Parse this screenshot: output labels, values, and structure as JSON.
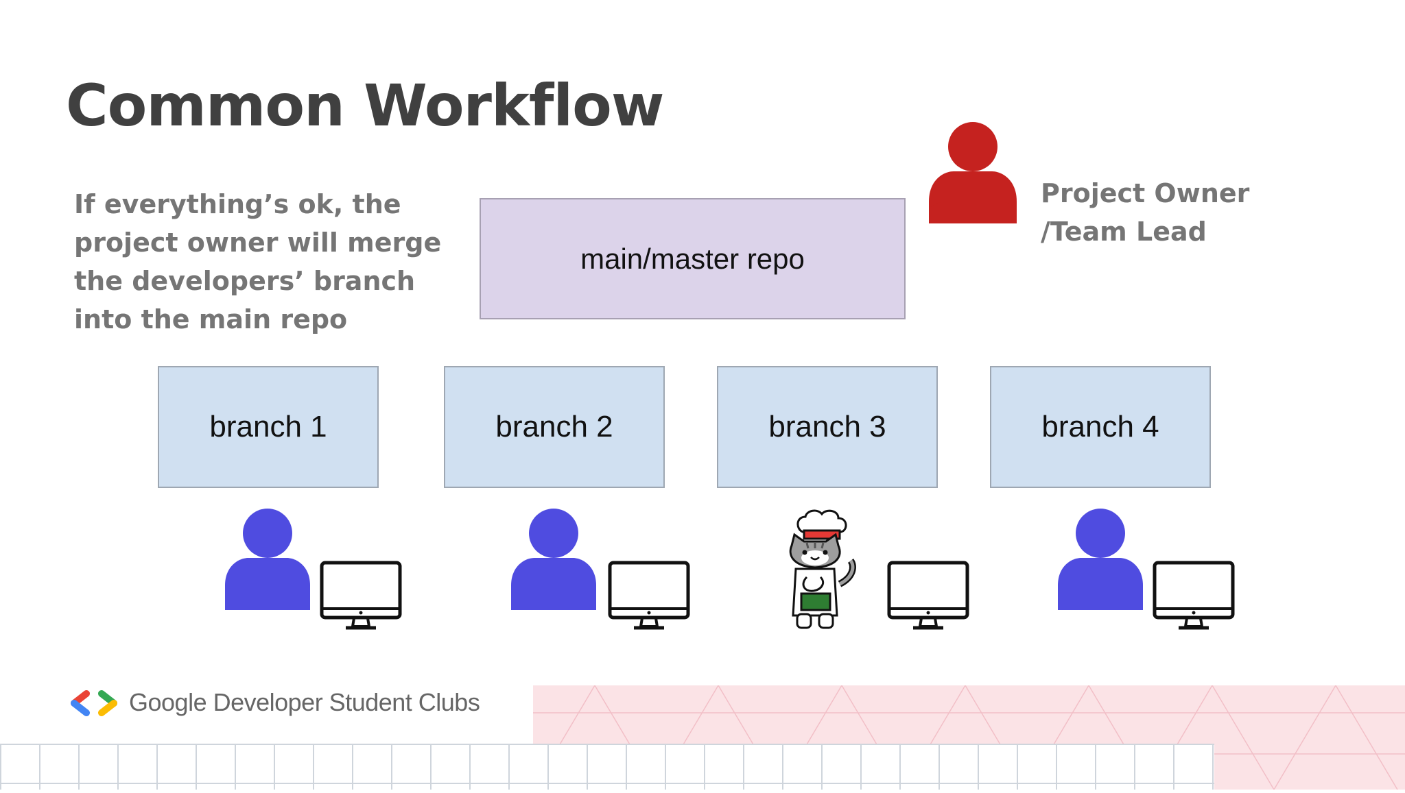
{
  "slide": {
    "title": "Common Workflow",
    "description": "If everything’s ok, the project owner will merge the developers’ branch into the main repo"
  },
  "main_repo": {
    "label": "main/master repo"
  },
  "owner": {
    "label": "Project Owner /Team Lead",
    "icon": "person-icon",
    "color": "#c5221f"
  },
  "branches": [
    {
      "label": "branch 1",
      "developer_icon": "person-icon"
    },
    {
      "label": "branch 2",
      "developer_icon": "person-icon"
    },
    {
      "label": "branch 3",
      "developer_icon": "chef-cat-illustration"
    },
    {
      "label": "branch 4",
      "developer_icon": "person-icon"
    }
  ],
  "developer_color": "#4f4ce0",
  "footer": {
    "brand": "Google Developer Student Clubs",
    "logo_colors": [
      "#ea4335",
      "#4285f4",
      "#34a853",
      "#fbbc04"
    ]
  }
}
